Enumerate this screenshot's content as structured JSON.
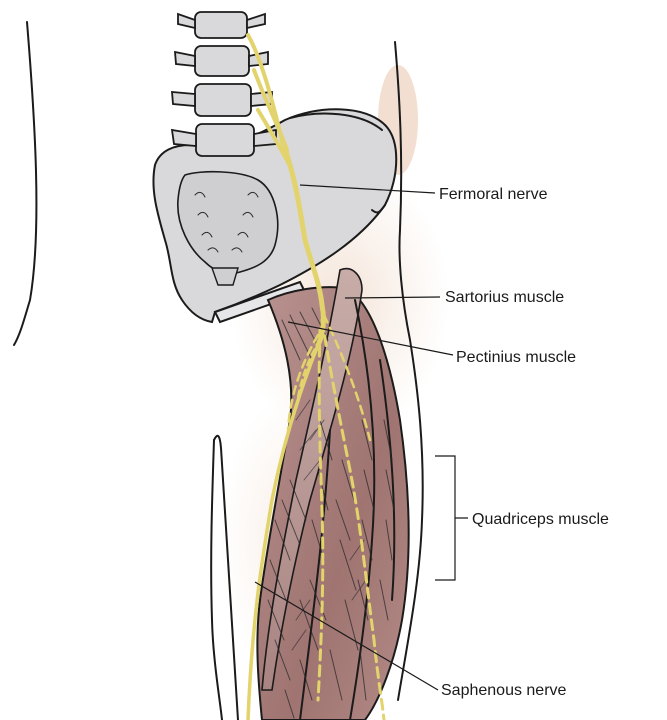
{
  "labels": {
    "femoral_nerve": "Fermoral nerve",
    "sartorius": "Sartorius muscle",
    "pectineus": "Pectinius muscle",
    "quadriceps": "Quadriceps muscle",
    "saphenous": "Saphenous nerve"
  },
  "colors": {
    "nerve": "#e2d36c",
    "bone": "#d9d9db",
    "muscle": "#a77b78",
    "skin_tint": "#f2e3d8"
  }
}
